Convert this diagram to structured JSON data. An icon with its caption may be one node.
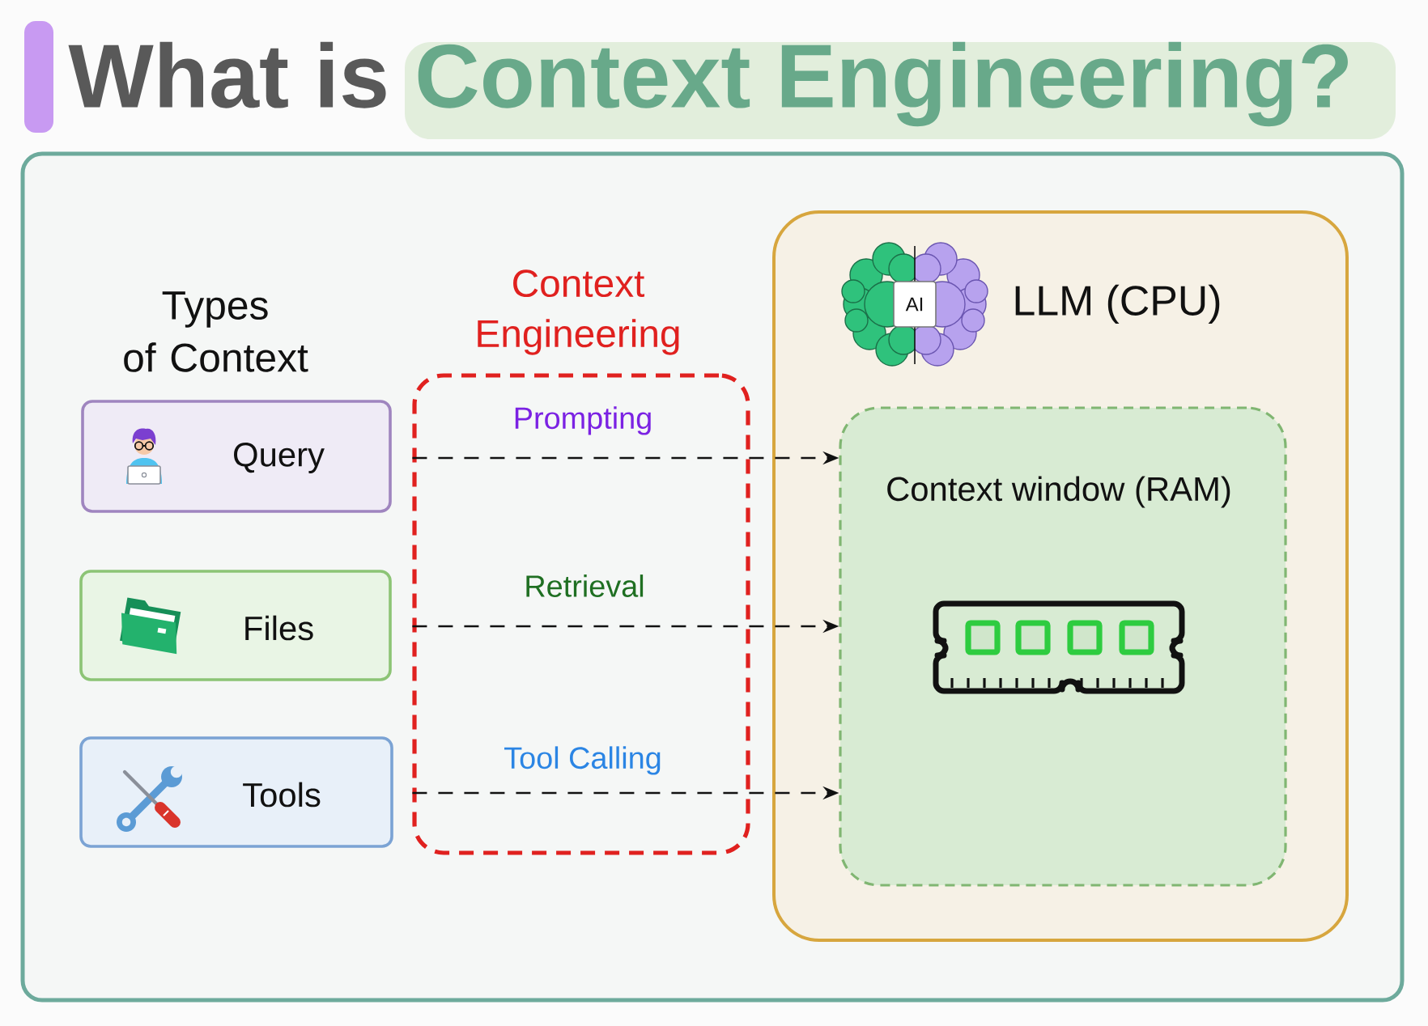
{
  "diagram": {
    "title": "What is **Context Engineering?**",
    "nodes": [
      {
        "text": [
          "Query"
        ]
      },
      {
        "text": [
          "Files"
        ]
      },
      {
        "text": [
          "Tools"
        ]
      },
      {
        "text": [
          "Context Engineering"
        ]
      },
      {
        "text": [
          "LLM (CPU)"
        ]
      },
      {
        "text": [
          "Context window (RAM)"
        ],
        "in": 4
      }
    ],
    "edges": [
      {
        "from": 3,
        "to": 5,
        "arrow": "to",
        "label": "Prompting",
        "style": "dashed"
      },
      {
        "from": 3,
        "to": 5,
        "arrow": "to",
        "label": "Retrieval",
        "style": "dashed"
      },
      {
        "from": 3,
        "to": 5,
        "arrow": "to",
        "label": "Tool Calling",
        "style": "dashed"
      }
    ],
    "labels": [
      "Types of Context",
      "AI"
    ]
  }
}
